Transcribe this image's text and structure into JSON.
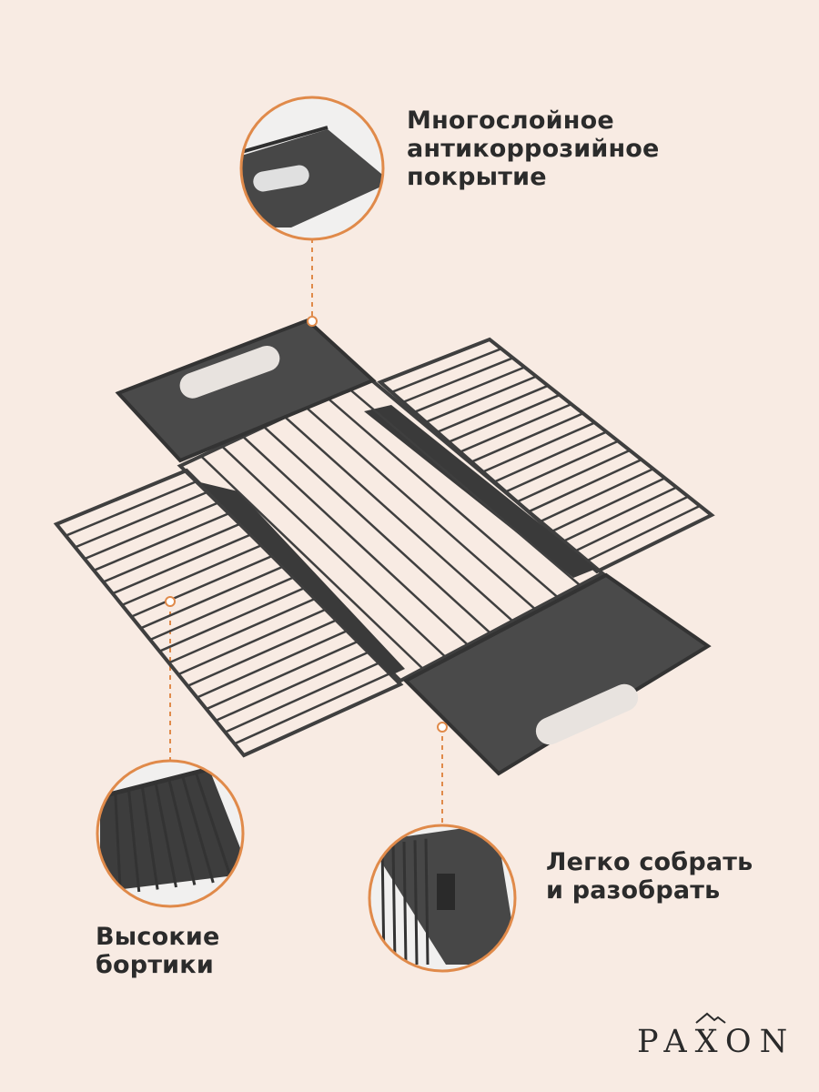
{
  "callouts": {
    "coating": "Многослойное\nантикоррозийное\nпокрытие",
    "assembly": "Легко собрать\nи разобрать",
    "sides": "Высокие\nбортики"
  },
  "brand": {
    "name": "PAXON"
  },
  "colors": {
    "background": "#f8ebe3",
    "accent": "#e08a4a",
    "metal": "#3f3f3f",
    "text": "#2b2b2b"
  }
}
